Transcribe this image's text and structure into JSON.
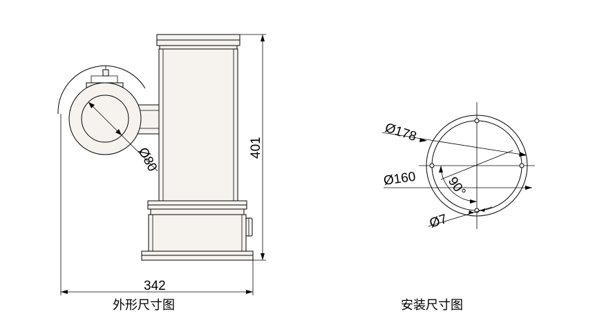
{
  "outline_view": {
    "caption": "外形尺寸图",
    "dimensions": {
      "height": "401",
      "width": "342",
      "window_diameter": "Ø80"
    }
  },
  "mounting_view": {
    "caption": "安装尺寸图",
    "dimensions": {
      "outer_diameter": "Ø178",
      "bolt_circle_diameter": "Ø160",
      "angle": "90°",
      "hole_diameter": "Ø7"
    }
  },
  "colors": {
    "line": "#000000",
    "body_fill": "#f6f3ef"
  }
}
